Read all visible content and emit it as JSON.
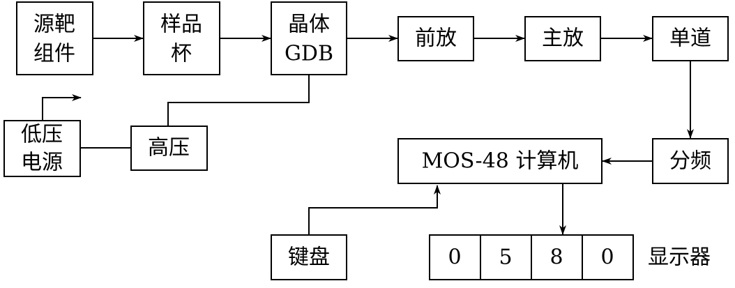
{
  "blocks": {
    "source_target": {
      "line1": "源靶",
      "line2": "组件"
    },
    "sample_cup": {
      "line1": "样品",
      "line2": "杯"
    },
    "crystal": {
      "line1": "晶体",
      "line2": "GDB"
    },
    "preamp": {
      "label": "前放"
    },
    "main_amp": {
      "label": "主放"
    },
    "single_channel": {
      "label": "单道"
    },
    "divider": {
      "label": "分频"
    },
    "computer": {
      "label": "MOS-48 计算机"
    },
    "low_voltage": {
      "line1": "低压",
      "line2": "电源"
    },
    "high_voltage": {
      "label": "高压"
    },
    "keyboard": {
      "label": "键盘"
    }
  },
  "display": {
    "digits": [
      "0",
      "5",
      "8",
      "0"
    ],
    "label": "显示器"
  }
}
